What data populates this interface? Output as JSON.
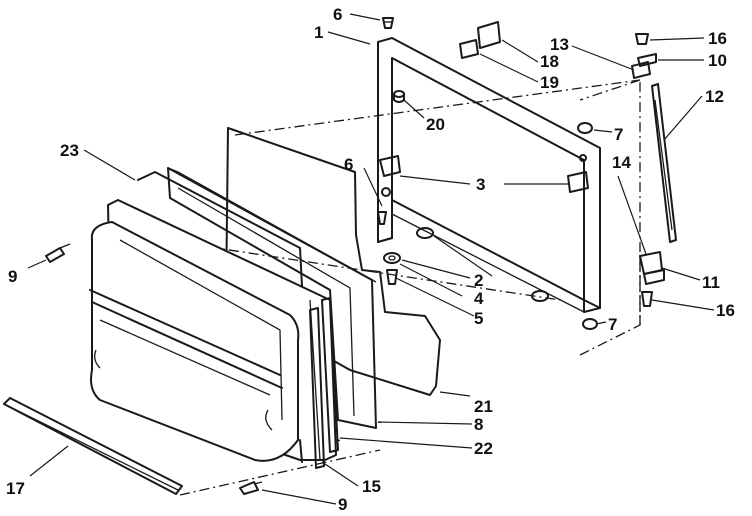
{
  "callouts": [
    {
      "id": "c6a",
      "text": "6"
    },
    {
      "id": "c1",
      "text": "1"
    },
    {
      "id": "c18",
      "text": "18"
    },
    {
      "id": "c13",
      "text": "13"
    },
    {
      "id": "c19",
      "text": "19"
    },
    {
      "id": "c16a",
      "text": "16"
    },
    {
      "id": "c10",
      "text": "10"
    },
    {
      "id": "c12",
      "text": "12"
    },
    {
      "id": "c20",
      "text": "20"
    },
    {
      "id": "c7a",
      "text": "7"
    },
    {
      "id": "c14",
      "text": "14"
    },
    {
      "id": "c23",
      "text": "23"
    },
    {
      "id": "c6b",
      "text": "6"
    },
    {
      "id": "c3",
      "text": "3"
    },
    {
      "id": "c9a",
      "text": "9"
    },
    {
      "id": "c2",
      "text": "2"
    },
    {
      "id": "c4",
      "text": "4"
    },
    {
      "id": "c5",
      "text": "5"
    },
    {
      "id": "c11",
      "text": "11"
    },
    {
      "id": "c16b",
      "text": "16"
    },
    {
      "id": "c7b",
      "text": "7"
    },
    {
      "id": "c21",
      "text": "21"
    },
    {
      "id": "c8",
      "text": "8"
    },
    {
      "id": "c22",
      "text": "22"
    },
    {
      "id": "c15",
      "text": "15"
    },
    {
      "id": "c17",
      "text": "17"
    },
    {
      "id": "c9b",
      "text": "9"
    }
  ]
}
